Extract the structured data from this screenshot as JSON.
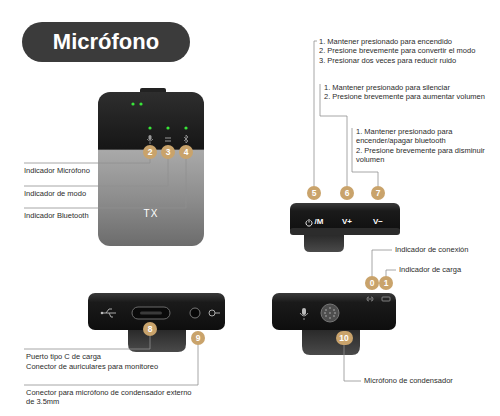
{
  "diagram": {
    "title": "Micrófono",
    "labels": [
      "1. Mantener presionado para encendido",
      "2. Presione brevemente para convertir el modo",
      "3. Presionar dos veces para reducir ruido",
      "1. Mantener presionado para silenciar",
      "2. Presione brevemente para aumentar volumen",
      "1. Mantener presionado para encender/apagar bluetooth",
      "2. Presione brevemente para disminuir volumen",
      "Indicador Micrófono",
      "2",
      "3",
      "4",
      "TX",
      "Indicador de modo",
      "Indicador Bluetooth",
      "5",
      "6",
      "7",
      "/M",
      "V+",
      "V−",
      "Indicador de conexión",
      "0",
      "1",
      "Indicador de carga",
      "8",
      "9",
      "Puerto tipo C de carga",
      "Conector de auriculares para monitoreo",
      "Conector para micrófono de condensador externo de 3.5mm",
      "10",
      "Micrófono de condensador"
    ]
  }
}
